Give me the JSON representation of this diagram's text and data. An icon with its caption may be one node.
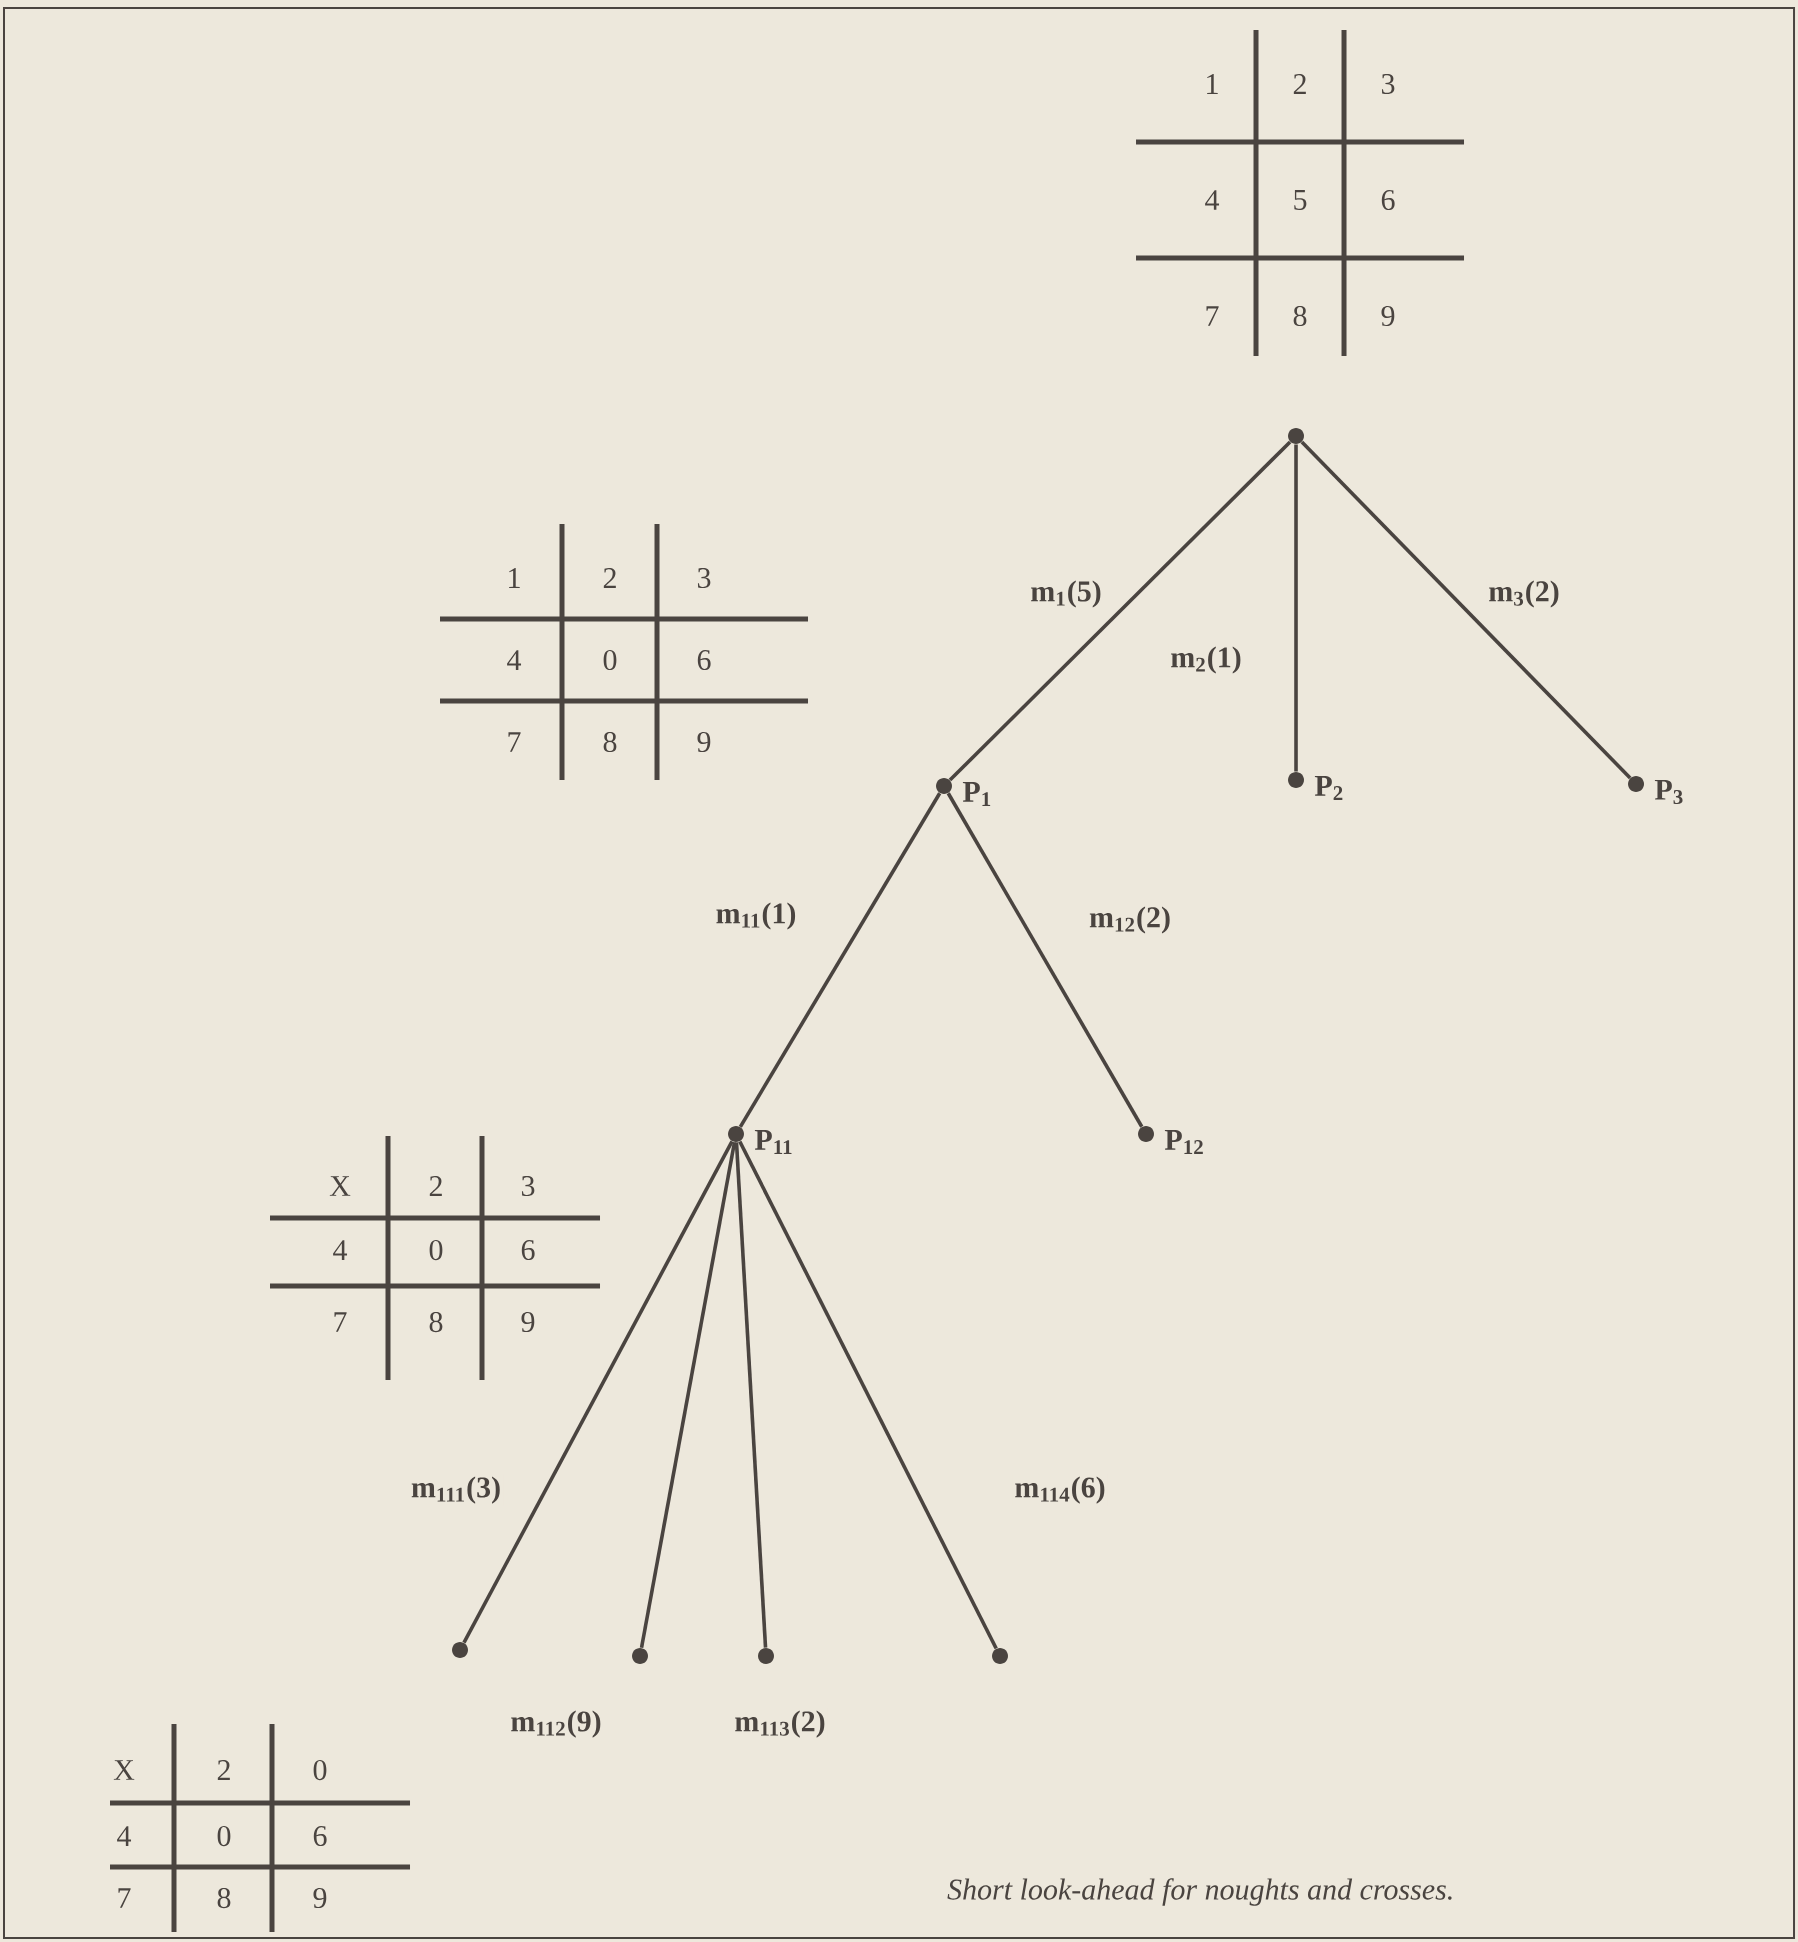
{
  "diagram": {
    "caption": "Short look-ahead for noughts and crosses.",
    "nodes": [
      {
        "text": [],
        "shape": "circle"
      },
      {
        "text": [],
        "shape": "circle",
        "beside": [
          "P$_{1}$"
        ]
      },
      {
        "text": [],
        "shape": "circle",
        "beside": [
          "P$_{2}$"
        ]
      },
      {
        "text": [],
        "shape": "circle",
        "beside": [
          "P$_{3}$"
        ]
      },
      {
        "text": [],
        "shape": "circle",
        "beside": [
          "P$_{11}$"
        ]
      },
      {
        "text": [],
        "shape": "circle",
        "beside": [
          "P$_{12}$"
        ]
      },
      {
        "text": [],
        "shape": "circle"
      },
      {
        "text": [],
        "shape": "circle"
      },
      {
        "text": [],
        "shape": "circle"
      },
      {
        "text": [],
        "shape": "circle"
      }
    ],
    "edges": [
      {
        "from": 0,
        "to": 1,
        "arrow": "none",
        "label": "m$_{1}$(5)"
      },
      {
        "from": 0,
        "to": 2,
        "arrow": "none",
        "label": "m$_{2}$(1)"
      },
      {
        "from": 0,
        "to": 3,
        "arrow": "none",
        "label": "m$_{3}$(2)"
      },
      {
        "from": 1,
        "to": 4,
        "arrow": "none",
        "label": "m$_{11}$(1)"
      },
      {
        "from": 1,
        "to": 5,
        "arrow": "none",
        "label": "m$_{12}$(2)"
      },
      {
        "from": 4,
        "to": 6,
        "arrow": "none",
        "label": "m$_{111}$(3)"
      },
      {
        "from": 4,
        "to": 7,
        "arrow": "none",
        "label": "m$_{112}$(9)"
      },
      {
        "from": 4,
        "to": 8,
        "arrow": "none",
        "label": "m$_{113}$(2)"
      },
      {
        "from": 4,
        "to": 9,
        "arrow": "none",
        "label": "m$_{114}$(6)"
      }
    ],
    "labels": [
      "1",
      "2",
      "3",
      "4",
      "5",
      "6",
      "7",
      "8",
      "9",
      "1",
      "2",
      "3",
      "4",
      "0",
      "6",
      "7",
      "8",
      "9",
      "X",
      "2",
      "3",
      "4",
      "0",
      "6",
      "7",
      "8",
      "9",
      "X",
      "2",
      "0",
      "4",
      "0",
      "6",
      "7",
      "8",
      "9"
    ]
  }
}
